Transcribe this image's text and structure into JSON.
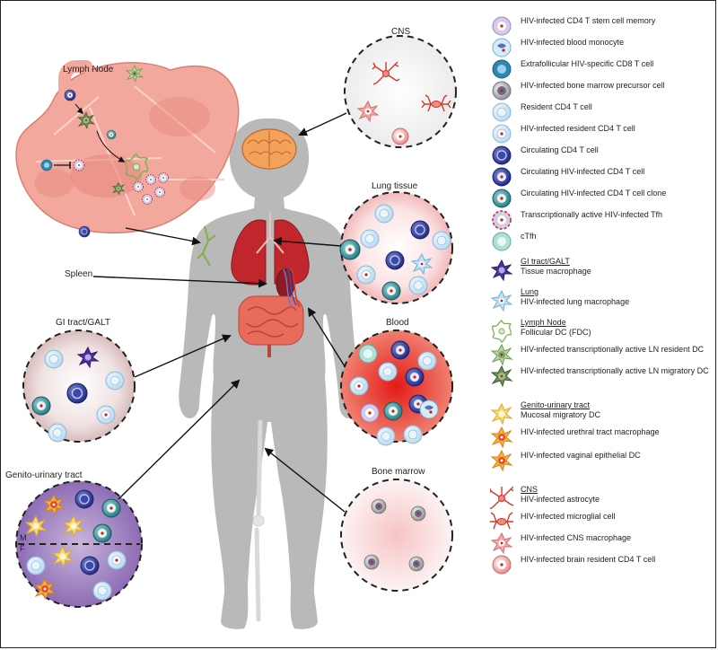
{
  "labels": {
    "lymph_node": "Lymph Node",
    "cns": "CNS",
    "lung": "Lung tissue",
    "spleen": "Spleen",
    "gi": "GI tract/GALT",
    "blood": "Blood",
    "gu": "Genito-urinary tract",
    "bone_marrow": "Bone marrow",
    "male_marker": "M",
    "female_marker": "F"
  },
  "legend": [
    {
      "icon": "stem-memory-cell-icon",
      "header": "",
      "text": "HIV-infected CD4 T stem cell memory"
    },
    {
      "icon": "blood-monocyte-icon",
      "header": "",
      "text": "HIV-infected blood monocyte"
    },
    {
      "icon": "cd8-t-cell-icon",
      "header": "",
      "text": "Extrafollicular HIV-specific CD8 T cell"
    },
    {
      "icon": "bone-marrow-precursor-icon",
      "header": "",
      "text": "HIV-infected bone marrow precursor cell"
    },
    {
      "icon": "resident-cd4-icon",
      "header": "",
      "text": "Resident CD4 T cell"
    },
    {
      "icon": "infected-resident-cd4-icon",
      "header": "",
      "text": "HIV-infected resident CD4 T cell"
    },
    {
      "icon": "circulating-cd4-icon",
      "header": "",
      "text": "Circulating CD4 T cell"
    },
    {
      "icon": "infected-circulating-cd4-icon",
      "header": "",
      "text": "Circulating HIV-infected CD4 T cell"
    },
    {
      "icon": "cd4-clone-icon",
      "header": "",
      "text": "Circulating HIV-infected CD4 T cell clone"
    },
    {
      "icon": "active-tfh-icon",
      "header": "",
      "text": "Transcriptionally active HIV-infected Tfh"
    },
    {
      "icon": "ctfh-icon",
      "header": "",
      "text": "cTfh"
    },
    {
      "icon": "tissue-macrophage-icon",
      "header": "GI tract/GALT",
      "text": "Tissue macrophage"
    },
    {
      "icon": "lung-macrophage-icon",
      "header": "Lung",
      "text": "HIV-infected lung macrophage"
    },
    {
      "icon": "fdc-icon",
      "header": "Lymph Node",
      "text": "Follicular DC (FDC)"
    },
    {
      "icon": "ln-resident-dc-icon",
      "header": "",
      "text": "HIV-infected transcriptionally active LN resident DC"
    },
    {
      "icon": "ln-migratory-dc-icon",
      "header": "",
      "text": "HIV-infected transcriptionally active LN migratory DC"
    },
    {
      "icon": "mucosal-dc-icon",
      "header": "Genito-urinary tract",
      "text": "Mucosal migratory DC"
    },
    {
      "icon": "urethral-macrophage-icon",
      "header": "",
      "text": "HIV-infected urethral tract macrophage"
    },
    {
      "icon": "vaginal-dc-icon",
      "header": "",
      "text": "HIV-infected vaginal epithelial DC"
    },
    {
      "icon": "astrocyte-icon",
      "header": "CNS",
      "text": "HIV-infected astrocyte"
    },
    {
      "icon": "microglial-icon",
      "header": "",
      "text": "HIV-infected microglial cell"
    },
    {
      "icon": "cns-macrophage-icon",
      "header": "",
      "text": "HIV-infected CNS macrophage"
    },
    {
      "icon": "brain-cd4-icon",
      "header": "",
      "text": "HIV-infected brain resident CD4 T cell"
    }
  ],
  "colors": {
    "body": "#b9b9b9",
    "lymph_node": "#f3a89e",
    "lung": "#c0262c",
    "blood_center": "#d9251f",
    "gu_fill": "#9878bb",
    "circulating_cd4": "#2e3c9a",
    "resident_cd4": "#cfe6f5"
  }
}
